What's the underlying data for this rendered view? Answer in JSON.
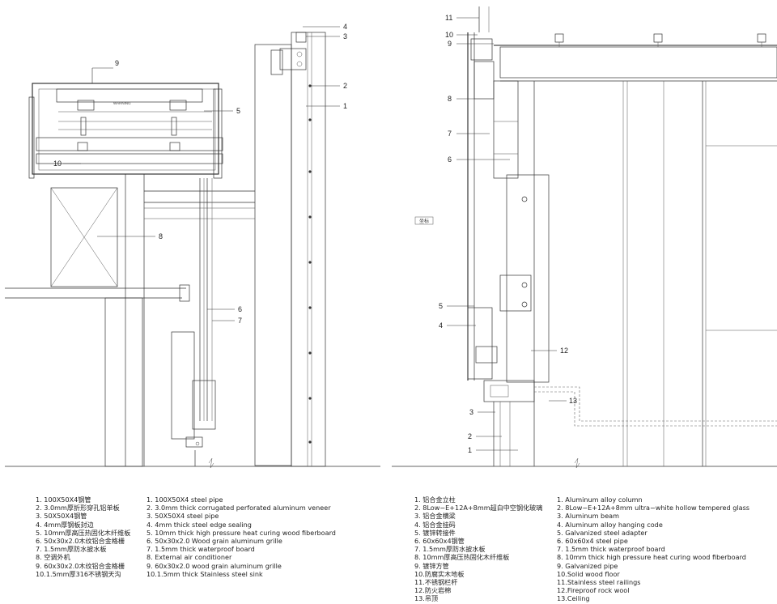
{
  "left_callouts": [
    "1",
    "2",
    "3",
    "4",
    "5",
    "6",
    "7",
    "8",
    "9",
    "10"
  ],
  "right_callouts": [
    "1",
    "2",
    "3",
    "4",
    "5",
    "6",
    "7",
    "8",
    "9",
    "10",
    "11",
    "12",
    "13"
  ],
  "drawing_tag": "坐标",
  "legend_left_cn": [
    "1. 100X50X4钢管",
    "2. 3.0mm厚折形穿孔铝单板",
    "3. 50X50X4钢管",
    "4. 4mm厚钢板封边",
    "5. 10mm厚高压热固化木纤维板",
    "6. 50x30x2.0木纹铝合金格栅",
    "7. 1.5mm厚防水披水板",
    "8. 空调外机",
    "9. 60x30x2.0木纹铝合金格栅",
    "10.1.5mm厚316不锈钢天沟"
  ],
  "legend_left_en": [
    "1. 100X50X4 steel pipe",
    "2. 3.0mm thick corrugated perforated aluminum veneer",
    "3. 50X50X4 steel pipe",
    "4. 4mm thick steel edge sealing",
    "5. 10mm thick high pressure heat curing wood fiberboard",
    "6. 50x30x2.0 Wood grain aluminum grille",
    "7. 1.5mm thick waterproof board",
    "8. External air conditioner",
    "9. 60x30x2.0 wood grain aluminum grille",
    "10.1.5mm thick Stainless steel sink"
  ],
  "legend_right_cn": [
    "1. 铝合金立柱",
    "2. 8Low−E+12A+8mm超白中空钢化玻璃",
    "3. 铝合金横梁",
    "4. 铝合金挂码",
    "5. 镀锌转接件",
    "6. 60x60x4钢管",
    "7. 1.5mm厚防水披水板",
    "8. 10mm厚高压热固化木纤维板",
    "9. 镀锌方管",
    "10.防腐实木地板",
    "11.不锈钢栏杆",
    "12.防火岩棉",
    "13.吊顶"
  ],
  "legend_right_en": [
    "1. Aluminum alloy column",
    "2. 8Low−E+12A+8mm ultra−white hollow tempered glass",
    "3. Aluminum beam",
    "4. Aluminum alloy hanging code",
    "5. Galvanized steel adapter",
    "6. 60x60x4 steel pipe",
    "7. 1.5mm thick waterproof board",
    "8. 10mm thick high pressure heat curing wood fiberboard",
    "9. Galvanized pipe",
    "10.Solid wood floor",
    "11.Stainless steel railings",
    "12.Fireproof rock wool",
    "13.Ceiling"
  ]
}
